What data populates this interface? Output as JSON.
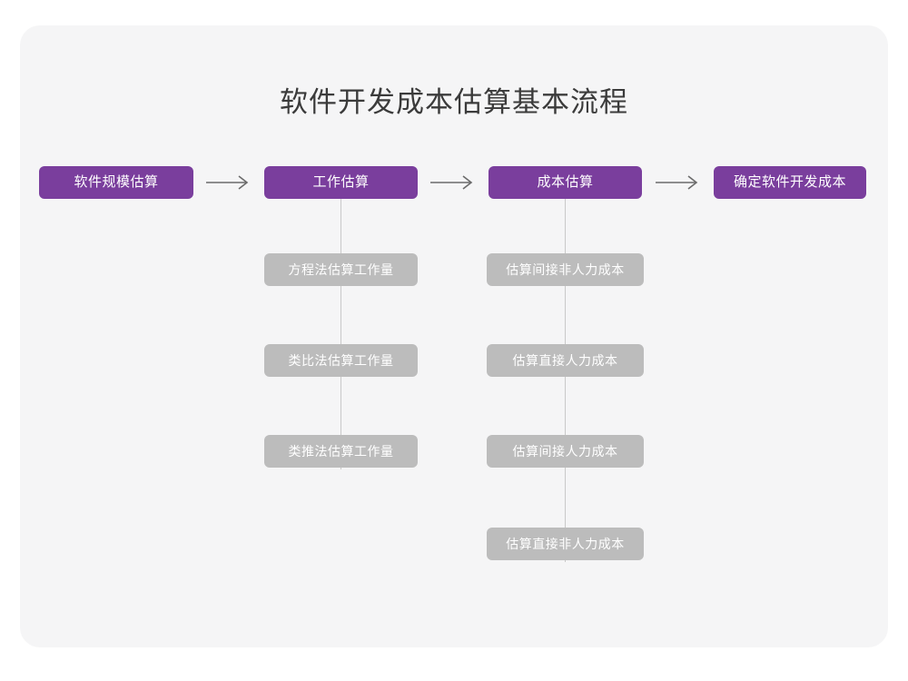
{
  "page": {
    "title": "软件开发成本估算基本流程",
    "background_color": "#ffffff",
    "card_color": "#f5f5f6"
  },
  "theme": {
    "primary_color": "#7a3e9d",
    "secondary_color": "#bcbcbc",
    "connector_color": "#c9c9c9",
    "arrow_color": "#6b6b6b",
    "title_color": "#3b3b3b",
    "node_text_color": "#ffffff"
  },
  "chart_data": {
    "type": "diagram",
    "title": "软件开发成本估算基本流程",
    "layout": "left-to-right flow with vertical sub-step columns",
    "stages": [
      {
        "id": "stage-1",
        "label": "软件规模估算",
        "substeps": []
      },
      {
        "id": "stage-2",
        "label": "工作估算",
        "substeps": [
          "方程法估算工作量",
          "类比法估算工作量",
          "类推法估算工作量"
        ]
      },
      {
        "id": "stage-3",
        "label": "成本估算",
        "substeps": [
          "估算间接非人力成本",
          "估算直接人力成本",
          "估算间接人力成本",
          "估算直接非人力成本"
        ]
      },
      {
        "id": "stage-4",
        "label": "确定软件开发成本",
        "substeps": []
      }
    ],
    "connectors": [
      {
        "from": "stage-1",
        "to": "stage-2",
        "glyph": "arrow-right"
      },
      {
        "from": "stage-2",
        "to": "stage-3",
        "glyph": "arrow-right"
      },
      {
        "from": "stage-3",
        "to": "stage-4",
        "glyph": "arrow-right"
      }
    ]
  }
}
